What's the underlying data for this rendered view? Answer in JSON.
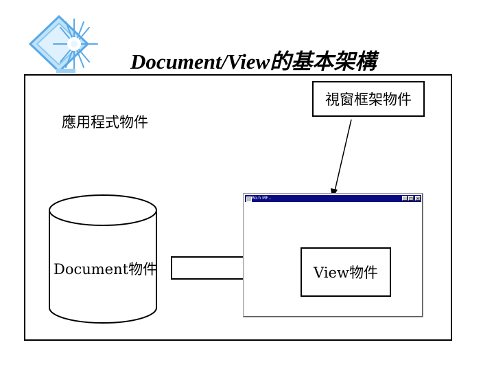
{
  "title": "Document/View的基本架構",
  "app_object_label": "應用程式物件",
  "frame_window_label": "視窗框架物件",
  "document_label": "Document物件",
  "view_label": "View物件",
  "window": {
    "title_text": "Ro.h  MF...",
    "minimize_glyph": "_",
    "maximize_glyph": "□",
    "close_glyph": "×"
  },
  "colors": {
    "logo_blue": "#5aa9e6",
    "logo_light": "#bfe3fb",
    "titlebar": "#0a0a80",
    "window_gray": "#c0c0c0"
  }
}
